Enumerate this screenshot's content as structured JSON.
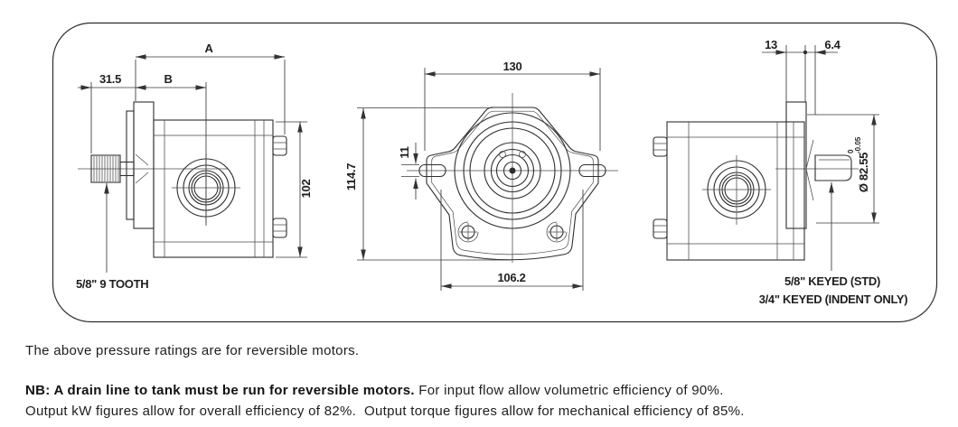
{
  "colors": {
    "background": "#ffffff",
    "line": "#2e2e2e",
    "text": "#1d1d1d"
  },
  "drawing": {
    "left_view": {
      "dim_a": "A",
      "dim_b": "B",
      "dim_31_5": "31.5",
      "dim_102": "102",
      "shaft_note": "5/8\" 9 TOOTH"
    },
    "front_view": {
      "dim_130": "130",
      "dim_114_7": "114.7",
      "dim_11": "11",
      "dim_106_2": "106.2"
    },
    "right_view": {
      "dim_13": "13",
      "dim_6_4": "6.4",
      "dim_dia": "Ø 82.55",
      "tol_high": "0",
      "tol_low": "-0.05",
      "shaft_note_1": "5/8\" KEYED (STD)",
      "shaft_note_2": "3/4\" KEYED (INDENT ONLY)"
    }
  },
  "notes": {
    "pressure_note": "The above pressure ratings are for reversible motors.",
    "nb_bold": "NB: A drain line to tank must be run for reversible motors.",
    "nb_text": "For input flow allow volumetric efficiency of 90%.",
    "efficiency_text": "Output kW figures allow for overall efficiency of 82%.  Output torque figures allow for mechanical efficiency of 85%."
  }
}
